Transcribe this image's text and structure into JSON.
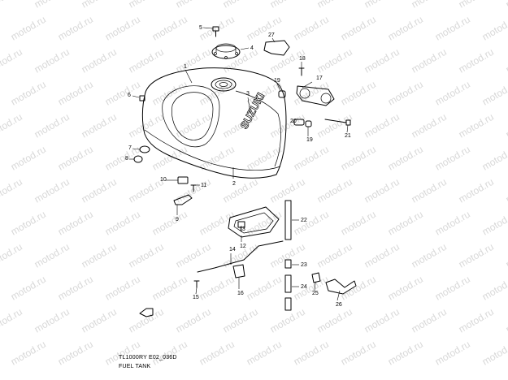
{
  "watermark": "motod.ru",
  "diagram_code": "TL1000RY E02_036D",
  "title": "FUEL TANK",
  "brand_text": "SUZUKI",
  "parts": [
    "1",
    "2",
    "3",
    "4",
    "5",
    "6",
    "7",
    "8",
    "9",
    "10",
    "11",
    "12",
    "13",
    "14",
    "15",
    "16",
    "17",
    "18",
    "19",
    "19",
    "20",
    "21",
    "22",
    "23",
    "24",
    "25",
    "26",
    "27"
  ]
}
